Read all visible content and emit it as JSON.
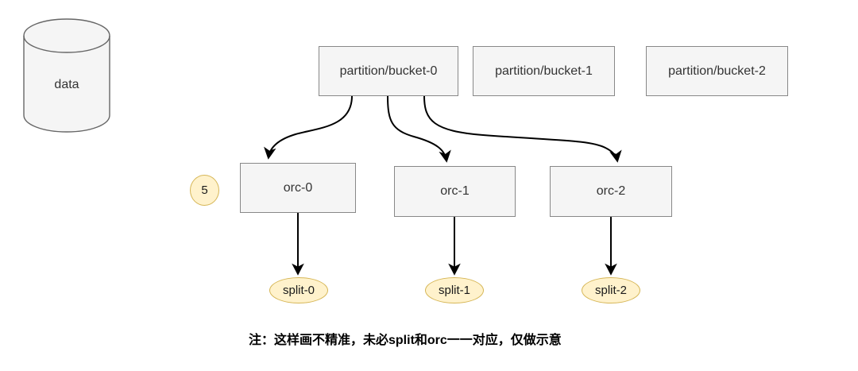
{
  "diagram": {
    "background": "#ffffff",
    "node_fill": "#f5f5f5",
    "node_stroke": "#888888",
    "accent_fill": "#fff2cc",
    "accent_stroke": "#d6b656",
    "edge_color": "#000000",
    "source": {
      "label": "data",
      "shape": "cylinder"
    },
    "badge": {
      "label": "5"
    },
    "buckets": [
      {
        "label": "partition/bucket-0"
      },
      {
        "label": "partition/bucket-1"
      },
      {
        "label": "partition/bucket-2"
      }
    ],
    "orc_files": [
      {
        "label": "orc-0"
      },
      {
        "label": "orc-1"
      },
      {
        "label": "orc-2"
      }
    ],
    "splits": [
      {
        "label": "split-0"
      },
      {
        "label": "split-1"
      },
      {
        "label": "split-2"
      }
    ],
    "caption": "注：这样画不精准，未必split和orc一一对应，仅做示意"
  }
}
